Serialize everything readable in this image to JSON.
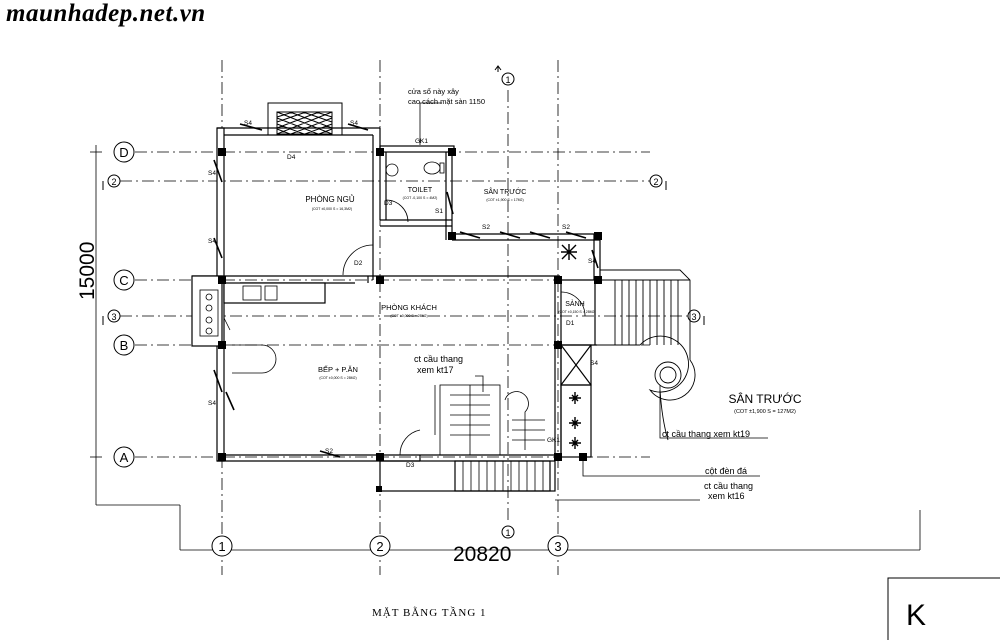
{
  "watermark": "maunhadep.net.vn",
  "grid": {
    "rows": [
      "D",
      "C",
      "B",
      "A"
    ],
    "cols": [
      "1",
      "2",
      "3"
    ],
    "sections": [
      "1",
      "2",
      "3"
    ]
  },
  "dims": {
    "vertical": "15000",
    "horizontal": "20820"
  },
  "rooms": {
    "bedroom": "PHÒNG NGỦ",
    "bedroom_sub": "(COT ±0,000 S = 16,3M2)",
    "toilet": "TOILET",
    "toilet_sub": "(COT -0,100 S = 4M2)",
    "rear_yard": "SÂN TRƯỚC",
    "rear_yard_sub": "(COT ±1,900 S = 17M2)",
    "living": "PHÒNG KHÁCH",
    "living_sub": "(COT ±0,000 S = 28M2)",
    "kitchen": "BẾP + P.ĂN",
    "kitchen_sub": "(COT ±0,000 S = 28M2)",
    "hall": "SẢNH",
    "hall_sub": "(COT ±0,150 S = 28M2)",
    "front_yard": "SÂN TRƯỚC",
    "front_yard_sub": "(COT ±1,900 S = 127M2)"
  },
  "tags": {
    "s4": "S4",
    "d4": "D4",
    "d3": "D3",
    "d2": "D2",
    "d1": "D1",
    "s1": "S1",
    "s2": "S2",
    "gk1": "GK1"
  },
  "notes": {
    "window_1": "cửa sổ này xây",
    "window_2": "cao cách mặt sàn 1150",
    "stair_a1": "ct cầu thang",
    "stair_a2": "xem kt17",
    "stair_b": "ct cầu thang xem kt19",
    "pillar": "cột đèn đá",
    "stair_c1": "ct cầu thang",
    "stair_c2": "xem kt16"
  },
  "sheet_title": "MẶT BẰNG TẦNG 1",
  "sheet_letter": "K"
}
